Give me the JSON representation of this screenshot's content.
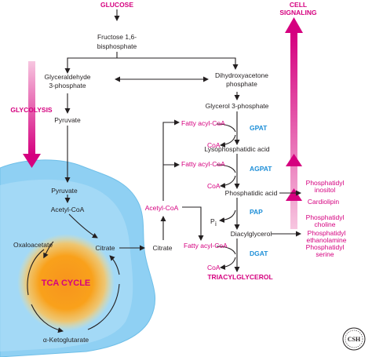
{
  "colors": {
    "magenta": "#d5007f",
    "enzyme_blue": "#1e8fd8",
    "mitochondrion_fill": "#8fd0f3",
    "tca_core": "#f7941d",
    "text": "#231f20"
  },
  "labels": {
    "glucose": "GLUCOSE",
    "cell_signaling_1": "CELL",
    "cell_signaling_2": "SIGNALING",
    "fructose_1": "Fructose 1,6-",
    "fructose_2": "bisphosphate",
    "gap_1": "Glyceraldehyde",
    "gap_2": "3-phosphate",
    "dhap_1": "Dihydroxyacetone",
    "dhap_2": "phosphate",
    "glycolysis": "GLYCOLYSIS",
    "g3p": "Glycerol 3-phosphate",
    "pyruvate_cyto": "Pyruvate",
    "fatty_acyl_coa_1": "Fatty acyl-CoA",
    "coa_1": "CoA",
    "gpat": "GPAT",
    "lpa": "Lysophosphatidic acid",
    "fatty_acyl_coa_2": "Fatty acyl-CoA",
    "coa_2": "CoA",
    "agpat": "AGPAT",
    "pa": "Phosphatidic acid",
    "pyruvate_mito": "Pyruvate",
    "acetyl_coa_mito": "Acetyl-CoA",
    "acetyl_coa_cyto": "Acetyl-CoA",
    "pi": "P",
    "pi_sub": "i",
    "pap": "PAP",
    "oxaloacetate": "Oxaloacetate",
    "citrate_mito": "Citrate",
    "citrate_cyto": "Citrate",
    "fatty_acyl_coa_3": "Fatty acyl-CoA",
    "dag": "Diacylglycerol",
    "coa_3": "CoA",
    "dgat": "DGAT",
    "tca_cycle": "TCA CYCLE",
    "tag": "TRIACYLGLYCEROL",
    "akg": "α-Ketoglutarate",
    "pi_inositol_1": "Phosphatidyl",
    "pi_inositol_2": "inositol",
    "cardiolipin": "Cardiolipin",
    "pc_1": "Phosphatidyl",
    "pc_2": "choline",
    "pe_1": "Phosphatidyl",
    "pe_2": "ethanolamine",
    "ps_1": "Phosphatidyl",
    "ps_2": "serine",
    "logo": "CSH Perspectives"
  }
}
